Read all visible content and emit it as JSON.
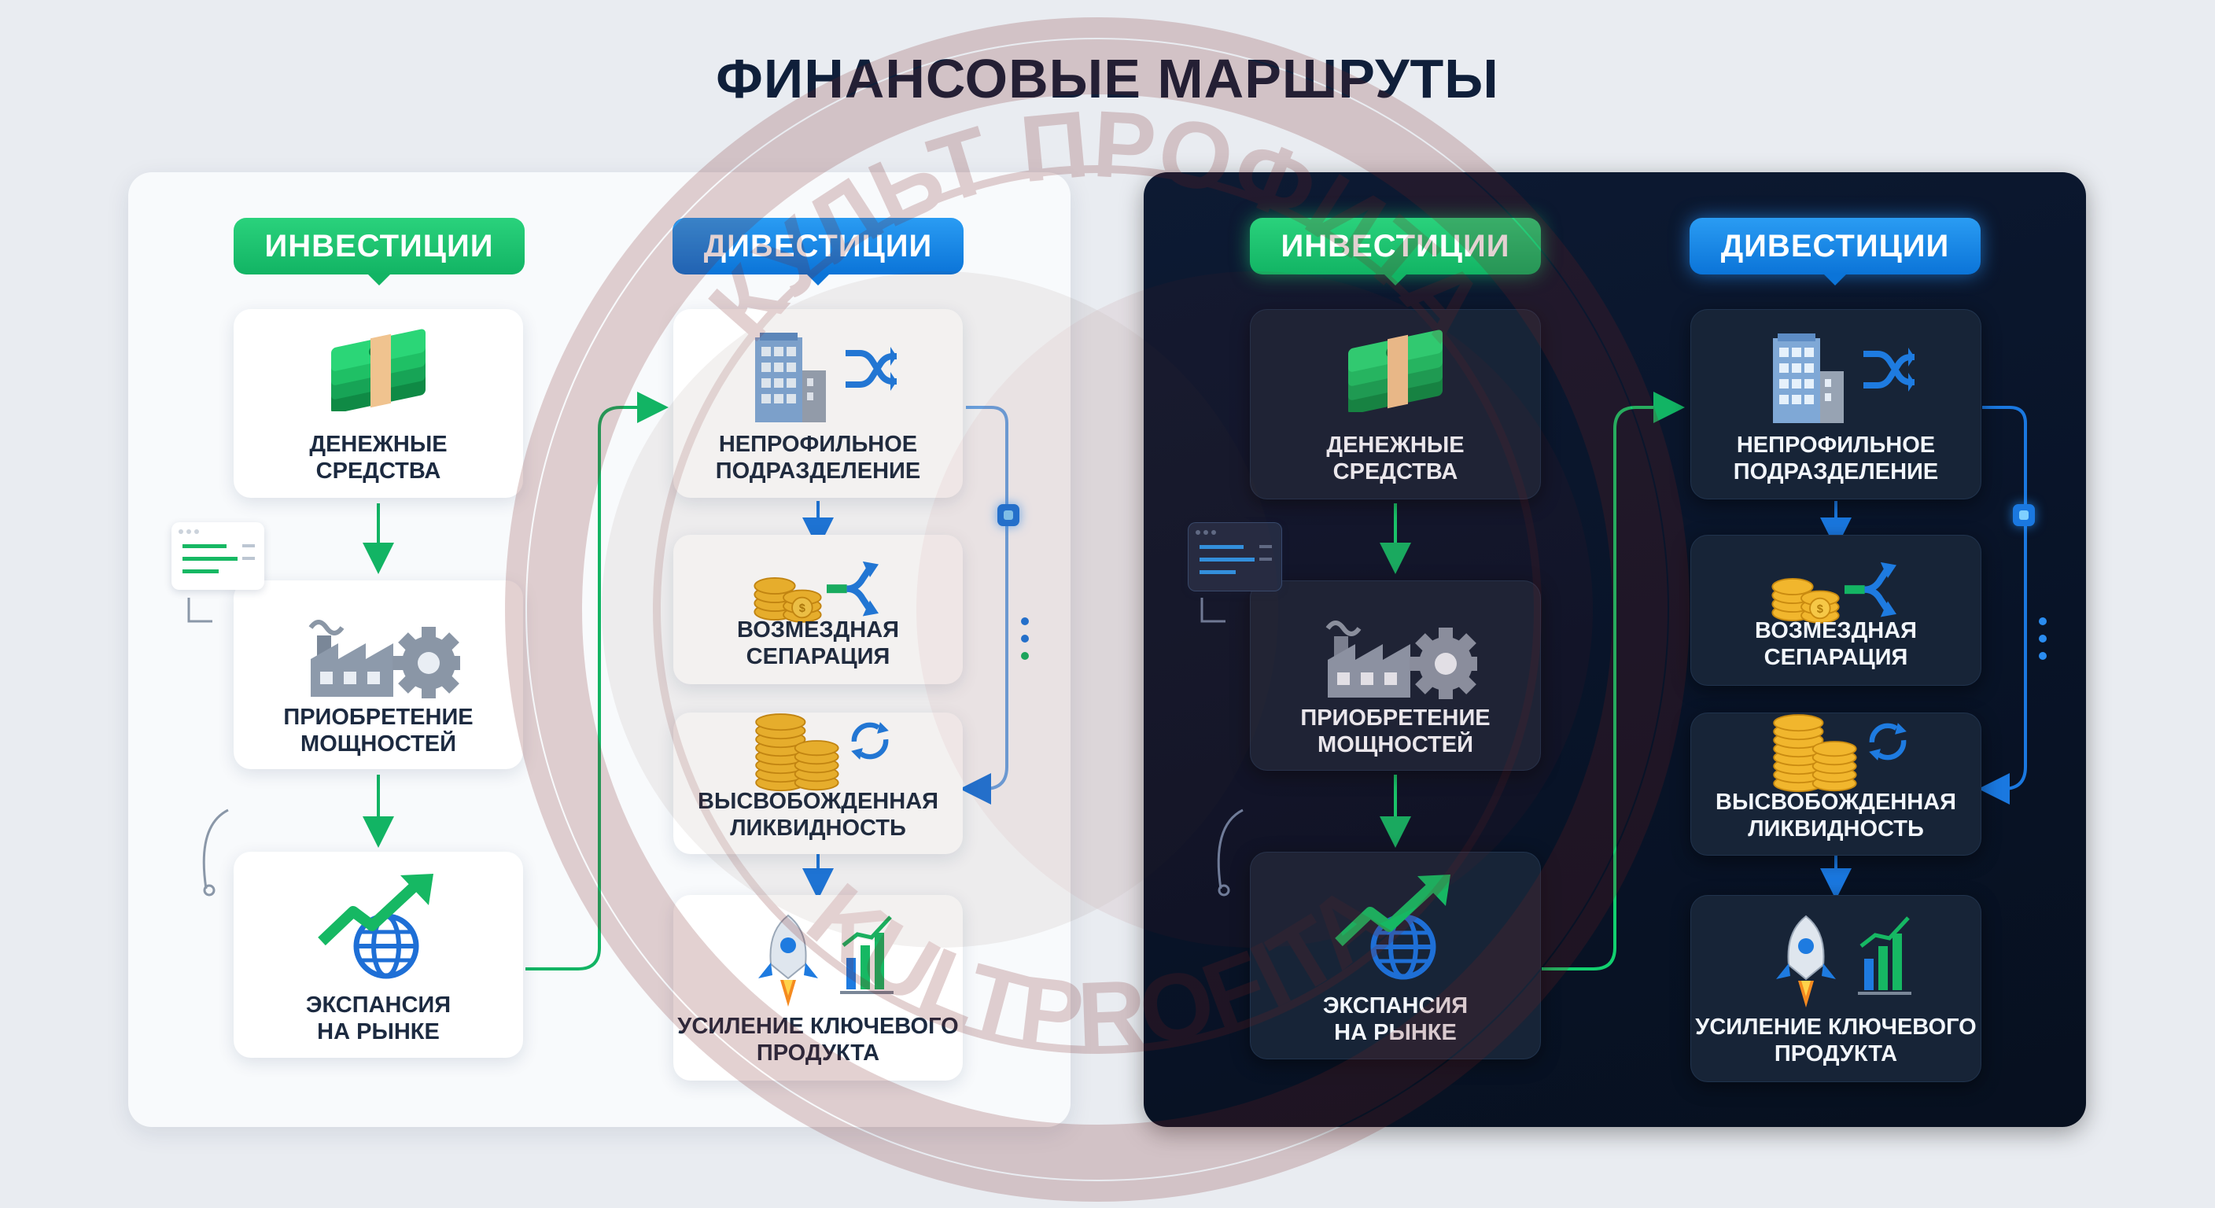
{
  "title": "ФИНАНСОВЫЕ МАРШРУТЫ",
  "watermark": {
    "top_text": "КУЛЬТ ПРОФИТА",
    "bottom_text": "KULTPROFITA"
  },
  "colors": {
    "investments": "#12b464",
    "divestments": "#0b74d8",
    "dark_panel": "#0b162b",
    "light_panel": "#f8fafc"
  },
  "light": {
    "investments": {
      "header": "ИНВЕСТИЦИИ",
      "steps": [
        {
          "icon": "money-stack-icon",
          "line1": "ДЕНЕЖНЫЕ",
          "line2": "СРЕДСТВА"
        },
        {
          "icon": "factory-gear-icon",
          "line1": "ПРИОБРЕТЕНИЕ",
          "line2": "МОЩНОСТЕЙ"
        },
        {
          "icon": "growth-globe-icon",
          "line1": "ЭКСПАНСИЯ",
          "line2": "НА РЫНКЕ"
        }
      ]
    },
    "divestments": {
      "header": "ДИВЕСТИЦИИ",
      "steps": [
        {
          "icon": "office-building-icon",
          "line1": "НЕПРОФИЛЬНОЕ",
          "line2": "ПОДРАЗДЕЛЕНИЕ"
        },
        {
          "icon": "coins-split-icon",
          "line1": "ВОЗМЕЗДНАЯ",
          "line2": "СЕПАРАЦИЯ"
        },
        {
          "icon": "coin-stack-icon",
          "line1": "ВЫСВОБОЖДЕННАЯ",
          "line2": "ЛИКВИДНОСТЬ"
        },
        {
          "icon": "rocket-chart-icon",
          "line1": "УСИЛЕНИЕ КЛЮЧЕВОГО",
          "line2": "ПРОДУКТА"
        }
      ]
    }
  },
  "dark": {
    "investments": {
      "header": "ИНВЕСТИЦИИ",
      "steps": [
        {
          "icon": "money-stack-icon",
          "line1": "ДЕНЕЖНЫЕ",
          "line2": "СРЕДСТВА"
        },
        {
          "icon": "factory-gear-icon",
          "line1": "ПРИОБРЕТЕНИЕ",
          "line2": "МОЩНОСТЕЙ"
        },
        {
          "icon": "growth-globe-icon",
          "line1": "ЭКСПАНСИЯ",
          "line2": "НА РЫНКЕ"
        }
      ]
    },
    "divestments": {
      "header": "ДИВЕСТИЦИИ",
      "steps": [
        {
          "icon": "office-building-icon",
          "line1": "НЕПРОФИЛЬНОЕ",
          "line2": "ПОДРАЗДЕЛЕНИЕ"
        },
        {
          "icon": "coins-split-icon",
          "line1": "ВОЗМЕЗДНАЯ",
          "line2": "СЕПАРАЦИЯ"
        },
        {
          "icon": "coin-stack-icon",
          "line1": "ВЫСВОБОЖДЕННАЯ",
          "line2": "ЛИКВИДНОСТЬ"
        },
        {
          "icon": "rocket-chart-icon",
          "line1": "УСИЛЕНИЕ КЛЮЧЕВОГО",
          "line2": "ПРОДУКТА"
        }
      ]
    }
  }
}
